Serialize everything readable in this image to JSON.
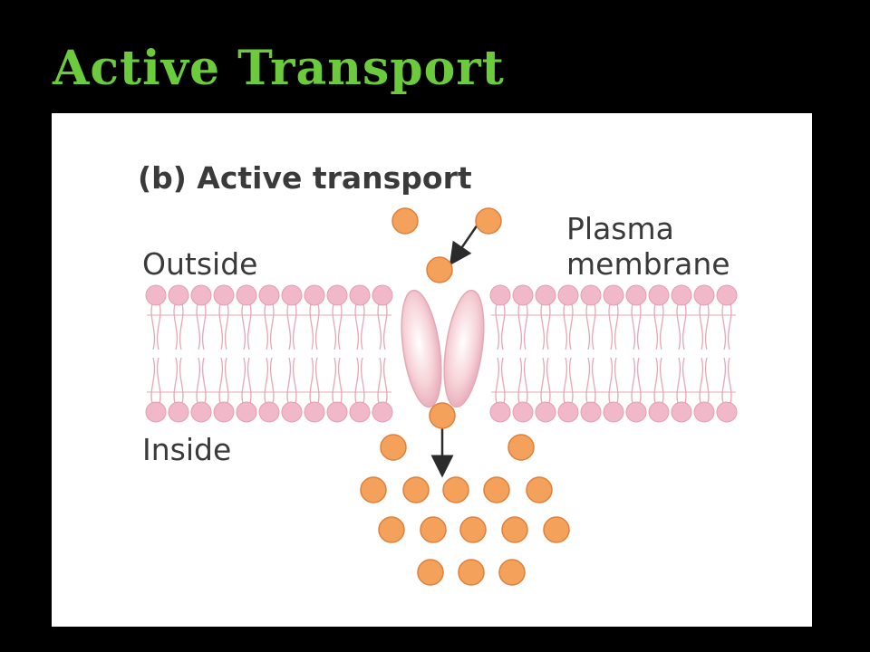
{
  "slide": {
    "title": "Active Transport"
  },
  "diagram": {
    "heading": "(b) Active transport",
    "labels": {
      "outside": "Outside",
      "inside": "Inside",
      "membrane_line1": "Plasma",
      "membrane_line2": "membrane"
    },
    "colors": {
      "title": "#6ccb3c",
      "molecule_fill": "#f4a15c",
      "molecule_stroke": "#e0803a",
      "lipid_head": "#f0b8c8",
      "lipid_tail": "#e7a6b6",
      "protein": "#f6d2d7",
      "arrow": "#2b2b2b"
    },
    "molecules": {
      "outside_count": 3,
      "channel_count": 1,
      "inside_count": 15
    }
  }
}
